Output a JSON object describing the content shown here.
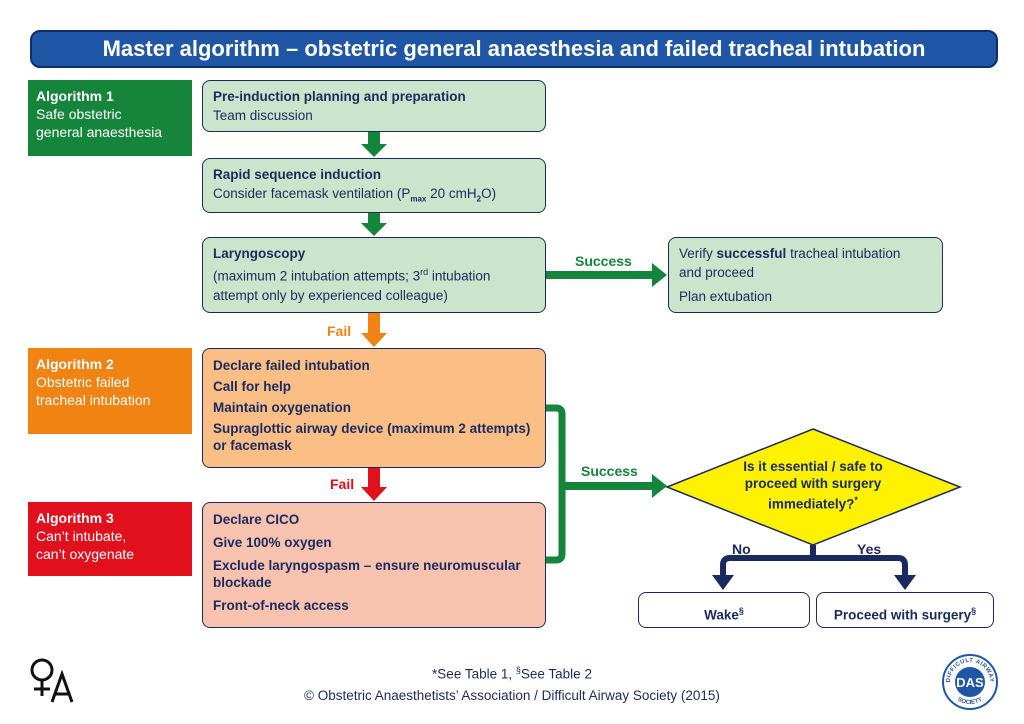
{
  "title": "Master algorithm – obstetric general anaesthesia and failed tracheal intubation",
  "algorithms": {
    "a1": {
      "heading": "Algorithm 1",
      "line1": "Safe obstetric",
      "line2": "general anaesthesia"
    },
    "a2": {
      "heading": "Algorithm 2",
      "line1": "Obstetric failed",
      "line2": "tracheal intubation"
    },
    "a3": {
      "heading": "Algorithm 3",
      "line1": "Can’t intubate,",
      "line2": "can’t oxygenate"
    }
  },
  "boxes": {
    "pre": {
      "bold": "Pre-induction planning and preparation",
      "text": "Team discussion"
    },
    "rsi": {
      "bold": "Rapid sequence induction",
      "text_pre": "Consider facemask ventilation (P",
      "text_sub": "max",
      "text_mid": " 20 cmH",
      "text_sub2": "2",
      "text_post": "O)"
    },
    "laryngoscopy": {
      "bold": "Laryngoscopy",
      "line1_pre": "(maximum 2 intubation attempts; 3",
      "line1_sup": "rd",
      "line1_post": " intubation",
      "line2": "attempt only by experienced colleague)"
    },
    "verify": {
      "pre": "Verify ",
      "bold": "successful",
      "post": " tracheal intubation",
      "line2": "and proceed",
      "line3": "Plan extubation"
    },
    "failed": {
      "items": [
        "Declare failed intubation",
        "Call for help",
        "Maintain oxygenation",
        "Supraglottic airway device (maximum 2 attempts) or facemask"
      ]
    },
    "cico": {
      "items": [
        "Declare CICO",
        "Give 100% oxygen",
        "Exclude laryngospasm – ensure neuromuscular blockade",
        "Front-of-neck access"
      ]
    },
    "wake": {
      "text": "Wake",
      "sup": "§"
    },
    "proceed": {
      "text": "Proceed with surgery",
      "sup": "§"
    }
  },
  "decision": {
    "text": "Is it essential / safe to proceed with surgery immediately?",
    "sup": "*"
  },
  "labels": {
    "success": "Success",
    "fail": "Fail",
    "no": "No",
    "yes": "Yes"
  },
  "footer": {
    "line1_pre": "*See Table 1, ",
    "line1_sup": "§",
    "line1_post": "See Table 2",
    "line2": "© Obstetric Anaesthetists’ Association / Difficult Airway Society (2015)"
  },
  "logos": {
    "das_letters": "DAS",
    "das_ring": "DIFFICULT AIRWAY SOCIETY"
  },
  "colors": {
    "navy": "#1b2a5e",
    "blue": "#1f56a5",
    "green": "#15853b",
    "orange": "#f08312",
    "red": "#e1101d"
  }
}
